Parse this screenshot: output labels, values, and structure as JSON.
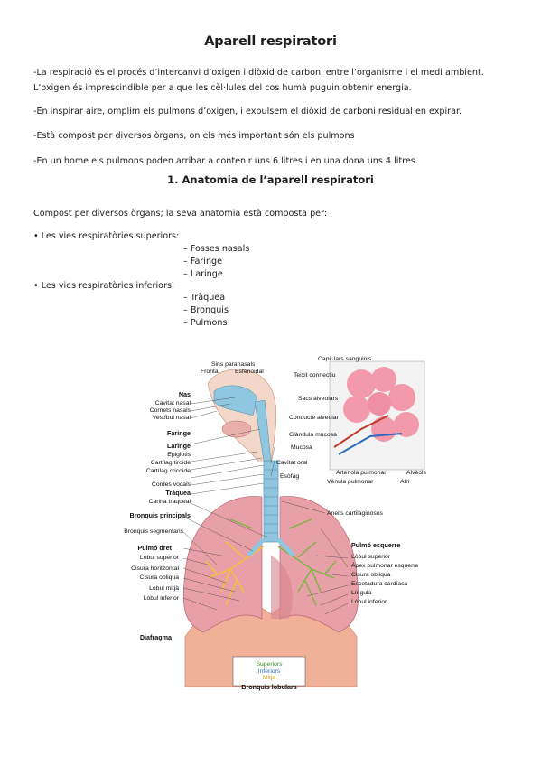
{
  "title": "Aparell respiratori",
  "intro": [
    "-La respiració és el procés d’intercanvi d’oxigen i diòxid de carboni entre l’organisme i el medi ambient. L’oxigen és imprescindible per a que les cèl·lules del cos humà puguin obtenir energia.",
    "-En inspirar aire, omplim els pulmons d’oxigen, i expulsem el diòxid de carboni residual en expirar.",
    "-Està compost per diversos òrgans, on els més important són els pulmons",
    "-En un home els pulmons poden arribar a contenir uns 6 litres i en una dona uns 4 litres."
  ],
  "section_title": "1. Anatomia de l’aparell respiratori",
  "section_intro": "Compost per diversos òrgans; la seva anatomia està composta per:",
  "upper": {
    "label": "•  Les vies respiratòries superiors:",
    "items": [
      "– Fosses nasals",
      "– Faringe",
      "– Laringe"
    ]
  },
  "lower": {
    "label": "•  Les vies respiratòries inferiors:",
    "items": [
      "– Tràquea",
      "– Bronquis",
      "– Pulmons"
    ]
  },
  "figure": {
    "labels_left": {
      "sins": "Sins paranasals",
      "frontal": "Frontal",
      "esfenoidal": "Esfenoidal",
      "nas": "Nas",
      "cavitat": "Cavitat nasal",
      "cornets": "Cornets nasals",
      "vestibul": "Vestíbul nasal",
      "faringe": "Faringe",
      "laringe": "Laringe",
      "epiglotis": "Epiglotis",
      "tiroide": "Cartílag tiroide",
      "cricoide": "Cartílag cricoide",
      "cordes": "Cordes vocals",
      "traquea": "Tràquea",
      "carina": "Carina traqueal",
      "principals": "Bronquis principals",
      "segmentaris": "Bronquis segmentaris",
      "pulmo_dret": "Pulmó dret",
      "lobul_sup": "Lòbul superior",
      "cisura_h": "Cisura horitzontal",
      "cisura_o": "Cisura obliqua",
      "lobul_mitja": "Lòbul mitjà",
      "lobul_inf": "Lòbul inferior",
      "diafragma": "Diafragma"
    },
    "labels_right": {
      "capil": "Capil·lars sanguinis",
      "teixit": "Teixit connectiu",
      "sacs": "Sacs alveolars",
      "conducte": "Conducte alveolar",
      "glandula": "Glàndula mucosa",
      "mucosa": "Mucosa",
      "arteriola": "Arteriola pulmonar",
      "venula": "Vènula pulmonar",
      "alveols": "Alvèols",
      "atri": "Atri",
      "cavitat_oral": "Cavitat oral",
      "esofag": "Esòfag",
      "anells": "Anells cartilaginosos",
      "pulmo_esq": "Pulmó esquerre",
      "l_sup": "Lòbul superior",
      "apex": "Àpex pulmonar esquerre",
      "cisura": "Cisura obliqua",
      "escotadura": "Escotadura cardíaca",
      "lingula": "Língula",
      "l_inf": "Lòbul inferior"
    },
    "lobular": {
      "superiors": "Superiors",
      "inferiors": "Inferiors",
      "mitja": "Mitja",
      "title": "Bronquis lobulars"
    },
    "colors": {
      "lung": "#e8a0a8",
      "bronchi_left": "#7cb342",
      "bronchi_right": "#f4c430",
      "airway": "#8fc7e0",
      "diaphragm": "#f1b199"
    }
  }
}
